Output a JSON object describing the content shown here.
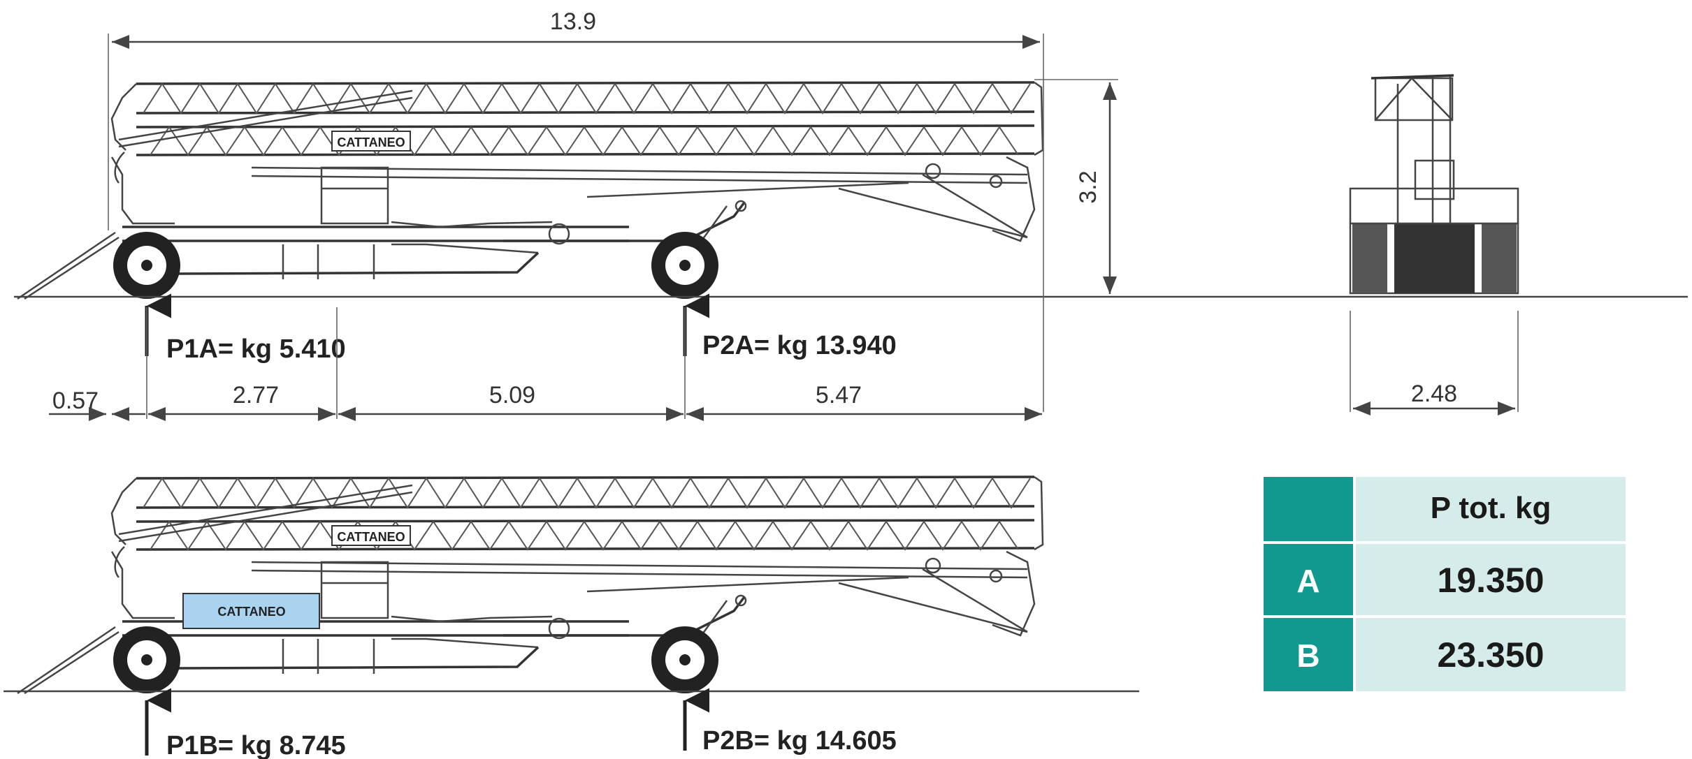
{
  "dimensions": {
    "overall_length": "13.9",
    "height": "3.2",
    "rear_overhang": "0.57",
    "seg1": "2.77",
    "seg2": "5.09",
    "seg3": "5.47",
    "track_width": "2.48"
  },
  "loads": {
    "p1a": "P1A= kg 5.410",
    "p2a": "P2A= kg 13.940",
    "p1b": "P1B= kg 8.745",
    "p2b": "P2B= kg 14.605"
  },
  "logo_text": "CATTANEO",
  "table": {
    "header": "P tot. kg",
    "rows": [
      {
        "label": "A",
        "value": "19.350"
      },
      {
        "label": "B",
        "value": "23.350"
      }
    ]
  },
  "colors": {
    "table_label_bg": "#12998f",
    "table_cell_bg": "#d6ecea",
    "counterweight": "#a9d3ee"
  }
}
